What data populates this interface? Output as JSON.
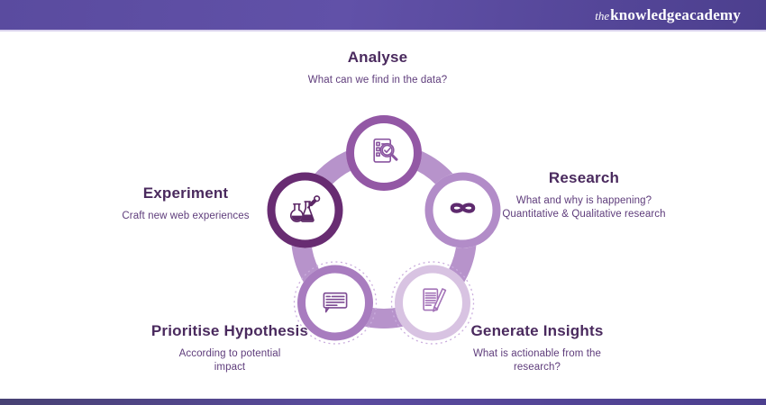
{
  "header": {
    "logo": {
      "the": "the",
      "knowledge": "knowledge",
      "academy": "academy"
    }
  },
  "colors": {
    "top_bar_gradient_start": "#5a4b9f",
    "top_bar_gradient_mid": "#6151a8",
    "top_bar_gradient_end": "#4c3f8e",
    "bar_separator": "#d8d1ec",
    "band": "#b793cb",
    "title_text": "#4a2a5e",
    "description_text": "#5e3c7b",
    "logo_text": "#ffffff",
    "background": "#ffffff"
  },
  "cycle": {
    "steps": [
      {
        "title": "Analyse",
        "description": "What can we find in the data?",
        "icon": "checklist-magnifier-icon",
        "ring_color": "#9358a5",
        "icon_color": "#8a55a0"
      },
      {
        "title": "Research",
        "description": "What and why is happening? Quantitative & Qualitative research",
        "icon": "infinity-icon",
        "ring_color": "#b28cc8",
        "icon_color": "#5e2a6e"
      },
      {
        "title": "Generate Insights",
        "description": "What is actionable from the research?",
        "icon": "document-pencil-icon",
        "ring_color": "#d8c3e2",
        "icon_color": "#a474b8"
      },
      {
        "title": "Prioritise Hypothesis",
        "description": "According to potential impact",
        "icon": "speech-bubble-icon",
        "ring_color": "#a87cbf",
        "icon_color": "#7d4b93"
      },
      {
        "title": "Experiment",
        "description": "Craft new web experiences",
        "icon": "flasks-dropper-icon",
        "ring_color": "#682c72",
        "icon_color": "#5c2766"
      }
    ]
  }
}
